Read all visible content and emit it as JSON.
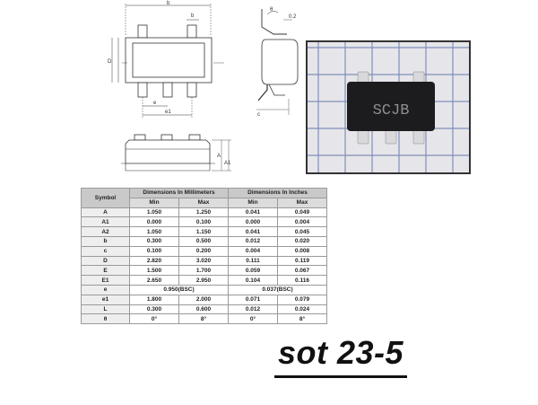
{
  "drawing_labels": {
    "top_b": "b",
    "top_b_small": "b",
    "top_e": "e",
    "top_e1": "e1",
    "top_d": "D",
    "side_theta": "θ",
    "side_02": "0.2",
    "side_c": "c",
    "front_a": "A",
    "front_a1": "A1"
  },
  "photo": {
    "marking": "SCJB"
  },
  "table": {
    "header_symbol": "Symbol",
    "header_mm": "Dimensions In Millimeters",
    "header_in": "Dimensions In Inches",
    "sub_min_mm": "Min",
    "sub_max_mm": "Max",
    "sub_min_in": "Min",
    "sub_max_in": "Max",
    "rows": [
      {
        "symbol": "A",
        "mm_min": "1.050",
        "mm_max": "1.250",
        "in_min": "0.041",
        "in_max": "0.049"
      },
      {
        "symbol": "A1",
        "mm_min": "0.000",
        "mm_max": "0.100",
        "in_min": "0.000",
        "in_max": "0.004"
      },
      {
        "symbol": "A2",
        "mm_min": "1.050",
        "mm_max": "1.150",
        "in_min": "0.041",
        "in_max": "0.045"
      },
      {
        "symbol": "b",
        "mm_min": "0.300",
        "mm_max": "0.500",
        "in_min": "0.012",
        "in_max": "0.020"
      },
      {
        "symbol": "c",
        "mm_min": "0.100",
        "mm_max": "0.200",
        "in_min": "0.004",
        "in_max": "0.008"
      },
      {
        "symbol": "D",
        "mm_min": "2.820",
        "mm_max": "3.020",
        "in_min": "0.111",
        "in_max": "0.119"
      },
      {
        "symbol": "E",
        "mm_min": "1.500",
        "mm_max": "1.700",
        "in_min": "0.059",
        "in_max": "0.067"
      },
      {
        "symbol": "E1",
        "mm_min": "2.650",
        "mm_max": "2.950",
        "in_min": "0.104",
        "in_max": "0.116"
      }
    ],
    "row_e": {
      "symbol": "e",
      "mm_bsc": "0.950(BSC)",
      "in_bsc": "0.037(BSC)"
    },
    "rows2": [
      {
        "symbol": "e1",
        "mm_min": "1.800",
        "mm_max": "2.000",
        "in_min": "0.071",
        "in_max": "0.079"
      },
      {
        "symbol": "L",
        "mm_min": "0.300",
        "mm_max": "0.600",
        "in_min": "0.012",
        "in_max": "0.024"
      },
      {
        "symbol": "θ",
        "mm_min": "0°",
        "mm_max": "8°",
        "in_min": "0°",
        "in_max": "8°"
      }
    ]
  },
  "package_title": "sot 23-5"
}
